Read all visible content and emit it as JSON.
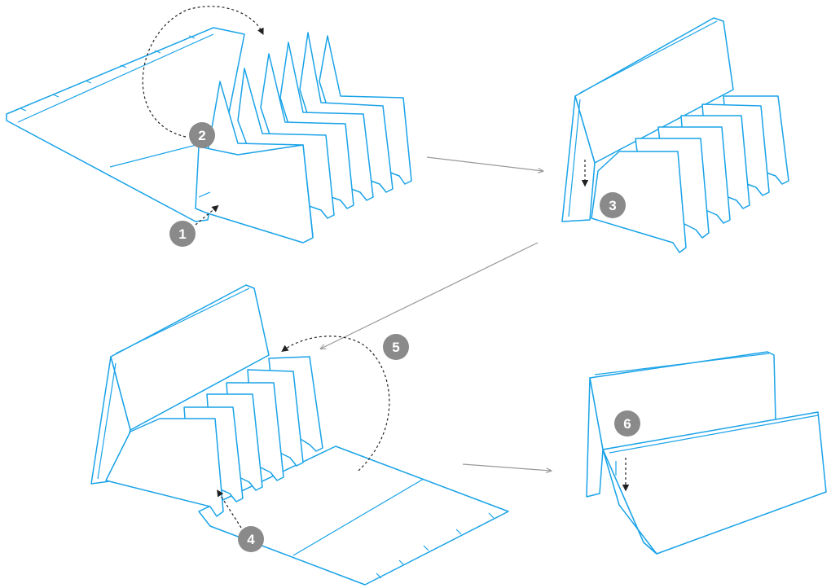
{
  "colors": {
    "line": "#1aa3e8",
    "badge": "#8a8a8a",
    "arrow": "#222222",
    "connector": "#999999"
  },
  "steps": [
    {
      "label": "1"
    },
    {
      "label": "2"
    },
    {
      "label": "3"
    },
    {
      "label": "4"
    },
    {
      "label": "5"
    },
    {
      "label": "6"
    }
  ]
}
